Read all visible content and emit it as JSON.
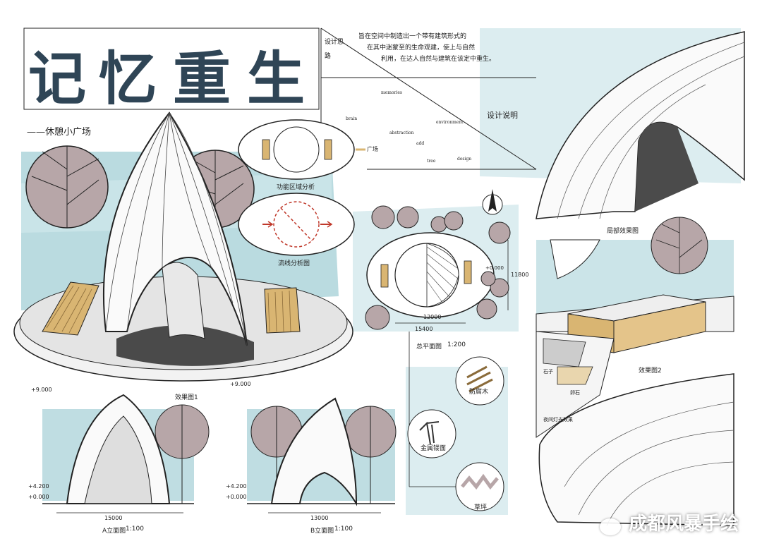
{
  "title": {
    "chars": [
      "记",
      "忆",
      "重",
      "生"
    ],
    "subtitle": "——休憩小广场"
  },
  "design_notes": {
    "heading_line1": "设计思",
    "heading_line2": "路",
    "text_line1": "旨在空间中制造出一个带有建筑形式的",
    "text_line2": "在其中迷蒙至的生命观建，使上与自然",
    "text_line3": "利用，在达人自然与建筑在该定中重生。",
    "explain": "设计说明",
    "sketch_words": [
      "brain",
      "memories",
      "abstraction",
      "add",
      "environment",
      "tree",
      "design"
    ]
  },
  "labels": {
    "function": "功能区域分析",
    "flow": "流线分析图",
    "plan": "总平面图",
    "plan_scale": "1:200",
    "effect": "效果图1",
    "effect2": "效果图2",
    "detail_view": "局部效果图",
    "elev_a": "A立面图",
    "elev_a_scale": "1:100",
    "elev_b": "B立面图",
    "elev_b_scale": "1:100",
    "mat_wood": "防腐木",
    "mat_metal": "金属镂面",
    "mat_grass": "草坪",
    "plaza": "广场",
    "stone": "石子",
    "gravel": "卵石",
    "night": "夜间灯光效果"
  },
  "dims": {
    "plan_width": "15400",
    "plan_inner": "12000",
    "plan_height": "11800",
    "elev_a_width": "15000",
    "elev_b_width": "13000",
    "lv_9000": "+9.000",
    "lv_9000b": "+9.000",
    "lv_4200": "+4.200",
    "lv_4200b": "+4.200",
    "lv_0000": "+0.000",
    "lv_0000b": "+0.000",
    "lv_0000c": "+0.000"
  },
  "watermark": "成都风暴手绘",
  "colors": {
    "water": "#a9d2d8",
    "water_light": "#cde6ea",
    "tree": "#b7a6a8",
    "wood": "#d9b572",
    "ink": "#222222",
    "title": "#2f4556"
  }
}
